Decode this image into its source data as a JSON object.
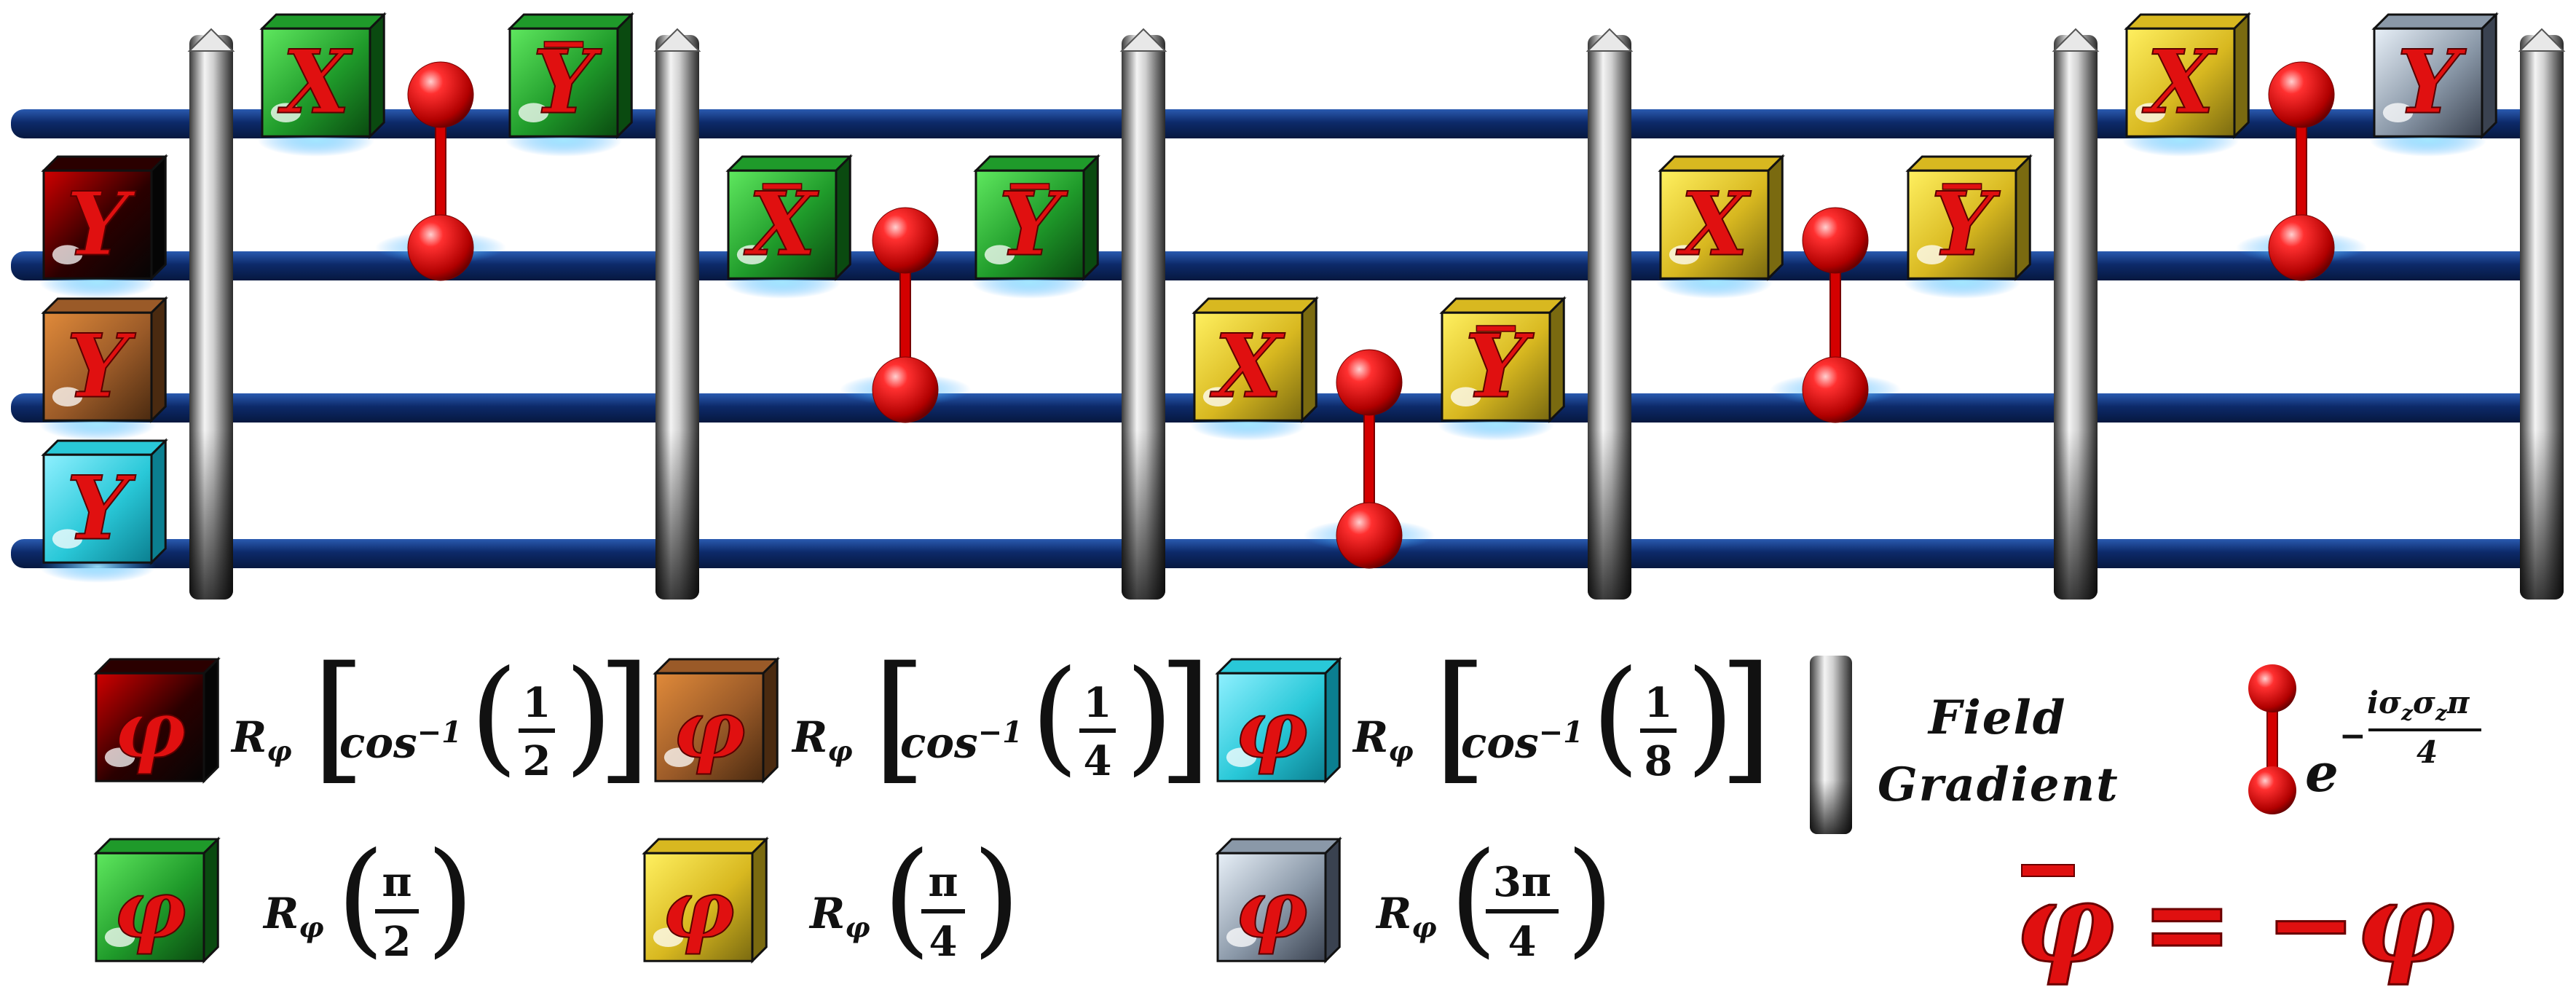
{
  "gate_symbol": "φ",
  "gates": [
    {
      "key": "c1",
      "kind": "black",
      "label": "Y",
      "bar": false
    },
    {
      "key": "c2",
      "kind": "orange",
      "label": "Y",
      "bar": false
    },
    {
      "key": "c3",
      "kind": "cyan",
      "label": "Y",
      "bar": false
    },
    {
      "key": "s1a",
      "kind": "green",
      "label": "X",
      "bar": false
    },
    {
      "key": "s1b",
      "kind": "green",
      "label": "Y",
      "bar": true
    },
    {
      "key": "s2a",
      "kind": "green",
      "label": "X",
      "bar": true
    },
    {
      "key": "s2b",
      "kind": "green",
      "label": "Y",
      "bar": true
    },
    {
      "key": "s3a",
      "kind": "yellow",
      "label": "X",
      "bar": false
    },
    {
      "key": "s3b",
      "kind": "yellow",
      "label": "Y",
      "bar": true
    },
    {
      "key": "s4a",
      "kind": "yellow",
      "label": "X",
      "bar": false
    },
    {
      "key": "s4b",
      "kind": "yellow",
      "label": "Y",
      "bar": true
    },
    {
      "key": "s5a",
      "kind": "yellow",
      "label": "X",
      "bar": false
    },
    {
      "key": "s5b",
      "kind": "gray",
      "label": "Y",
      "bar": false
    }
  ],
  "legend": {
    "black": {
      "R": "R",
      "sub": "φ",
      "func": "cos",
      "exp": "−1",
      "num": "1",
      "den": "2"
    },
    "orange": {
      "R": "R",
      "sub": "φ",
      "func": "cos",
      "exp": "−1",
      "num": "1",
      "den": "4"
    },
    "cyan": {
      "R": "R",
      "sub": "φ",
      "func": "cos",
      "exp": "−1",
      "num": "1",
      "den": "8"
    },
    "green": {
      "R": "R",
      "sub": "φ",
      "num": "π",
      "den": "2"
    },
    "yellow": {
      "R": "R",
      "sub": "φ",
      "num": "π",
      "den": "4"
    },
    "gray": {
      "R": "R",
      "sub": "φ",
      "num": "3π",
      "den": "4"
    },
    "field_line1": "Field",
    "field_line2": "Gradient",
    "interaction_base": "e",
    "interaction_exp_sign": "−",
    "interaction_num_i": "i",
    "interaction_num_s1": "σ",
    "interaction_sub1": "z",
    "interaction_num_s2": "σ",
    "interaction_sub2": "z",
    "interaction_num_pi": "π",
    "interaction_den": "4",
    "identity_lhs": "φ",
    "identity_eq": "=",
    "identity_rhs": "−φ"
  },
  "colors": {
    "black": [
      "#d00000",
      "#2a0000",
      "#050505"
    ],
    "orange": [
      "#e08a3a",
      "#9a5a28",
      "#4a2a10"
    ],
    "cyan": [
      "#8ff0ff",
      "#29c8d8",
      "#0b7f90"
    ],
    "green": [
      "#5fe85f",
      "#1f9a2a",
      "#0a4a10"
    ],
    "yellow": [
      "#fff060",
      "#d8b820",
      "#7a6a10"
    ],
    "gray": [
      "#e8f0f8",
      "#8a98a8",
      "#3a4250"
    ],
    "wire": "#0d2a6a",
    "letter": "#e01010"
  }
}
